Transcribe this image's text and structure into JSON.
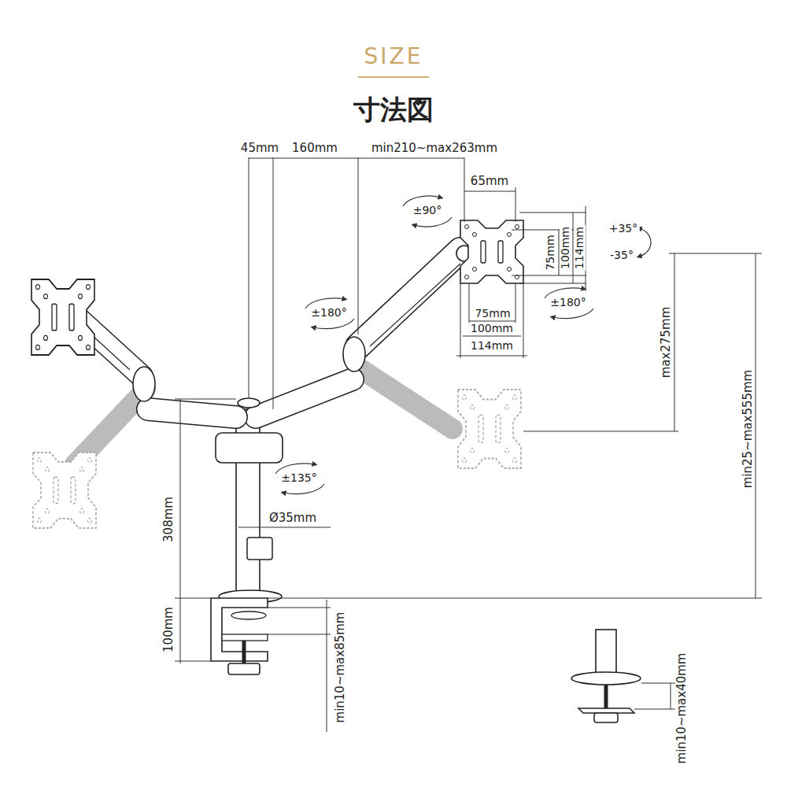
{
  "diagram": {
    "title": "SIZE",
    "labels": [
      "寸法図",
      "45mm",
      "160mm",
      "min210~max263mm",
      "65mm",
      "±90°",
      "+35°",
      "-35°",
      "75mm",
      "100mm",
      "114mm",
      "±180°",
      "75mm",
      "100mm",
      "114mm",
      "±180°",
      "max275mm",
      "min25~max555mm",
      "±135°",
      "Ø35mm",
      "308mm",
      "100mm",
      "min10~max85mm",
      "min10~max40mm"
    ]
  }
}
